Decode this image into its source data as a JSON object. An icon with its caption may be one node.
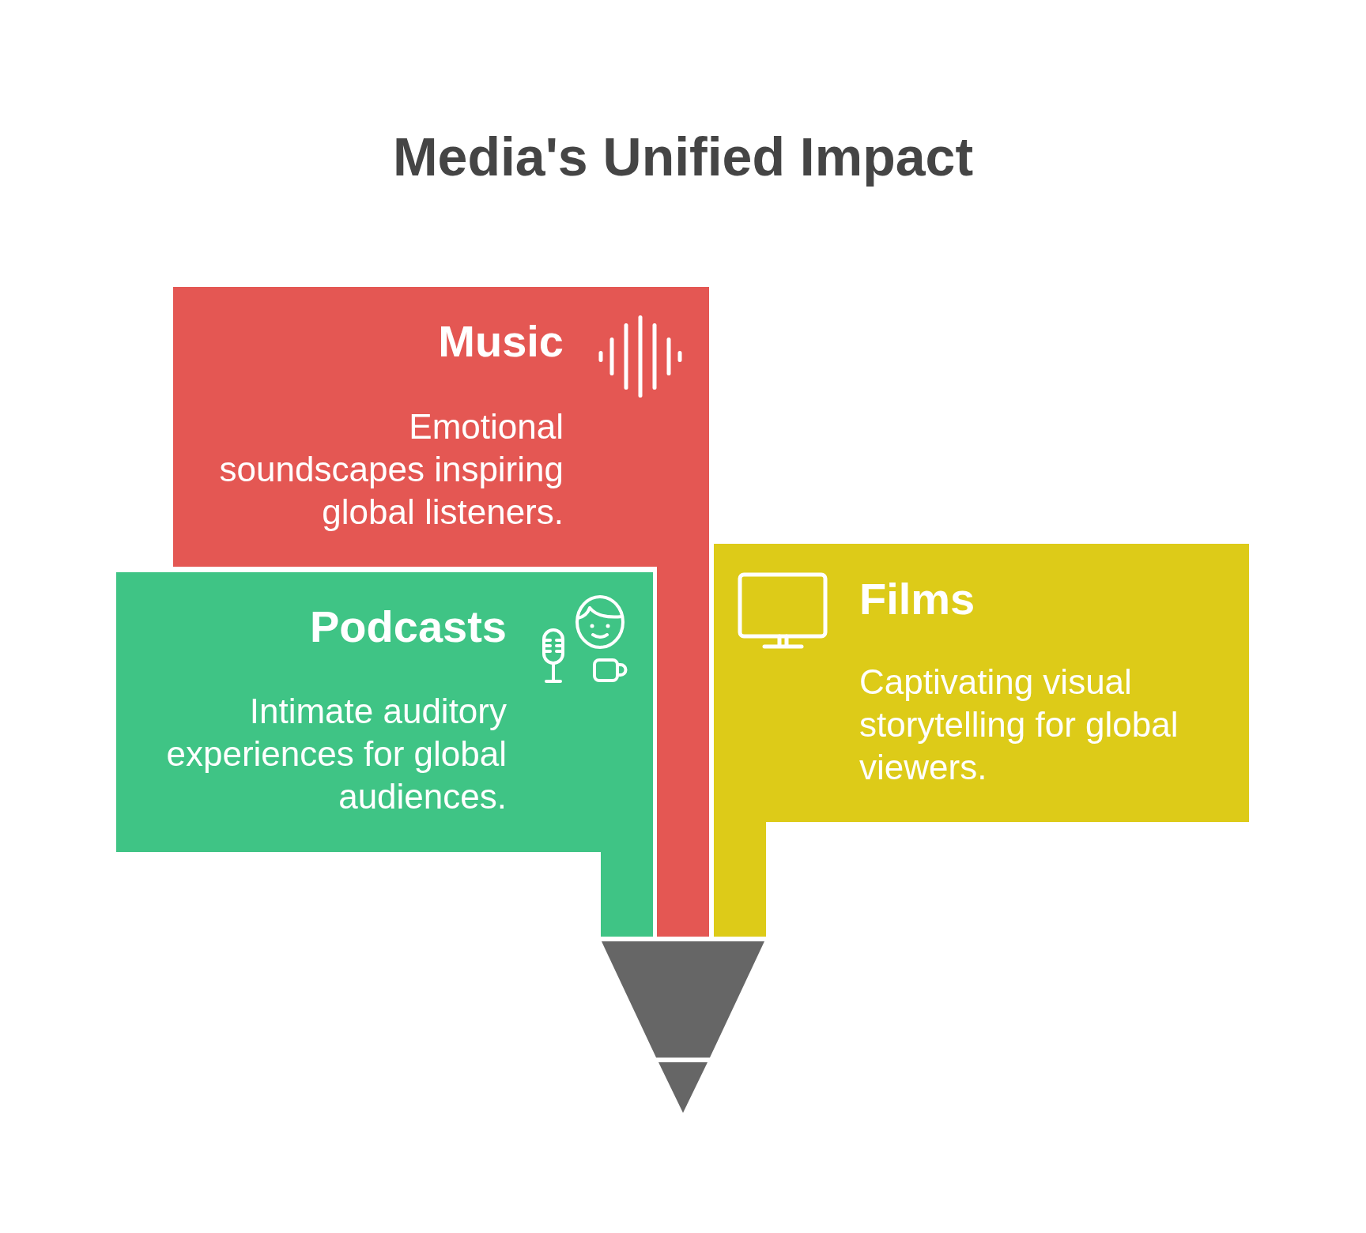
{
  "diagram": {
    "title": "Media's Unified Impact",
    "nodes": [
      {
        "text": [
          "Music",
          "Emotional soundscapes inspiring global listeners."
        ]
      },
      {
        "text": [
          "Podcasts",
          "Intimate auditory experiences for global audiences."
        ]
      },
      {
        "text": [
          "Films",
          "Captivating visual storytelling for global viewers."
        ]
      },
      {
        "text": [],
        "shape": "trapezoid"
      },
      {
        "text": [],
        "shape": "triangle"
      }
    ],
    "edges": [
      {
        "from": 1,
        "to": 3,
        "arrow": "none",
        "color": "#3fc485"
      },
      {
        "from": 0,
        "to": 3,
        "arrow": "none",
        "color": "#e45753"
      },
      {
        "from": 2,
        "to": 3,
        "arrow": "none",
        "color": "#ddcb18"
      }
    ]
  }
}
